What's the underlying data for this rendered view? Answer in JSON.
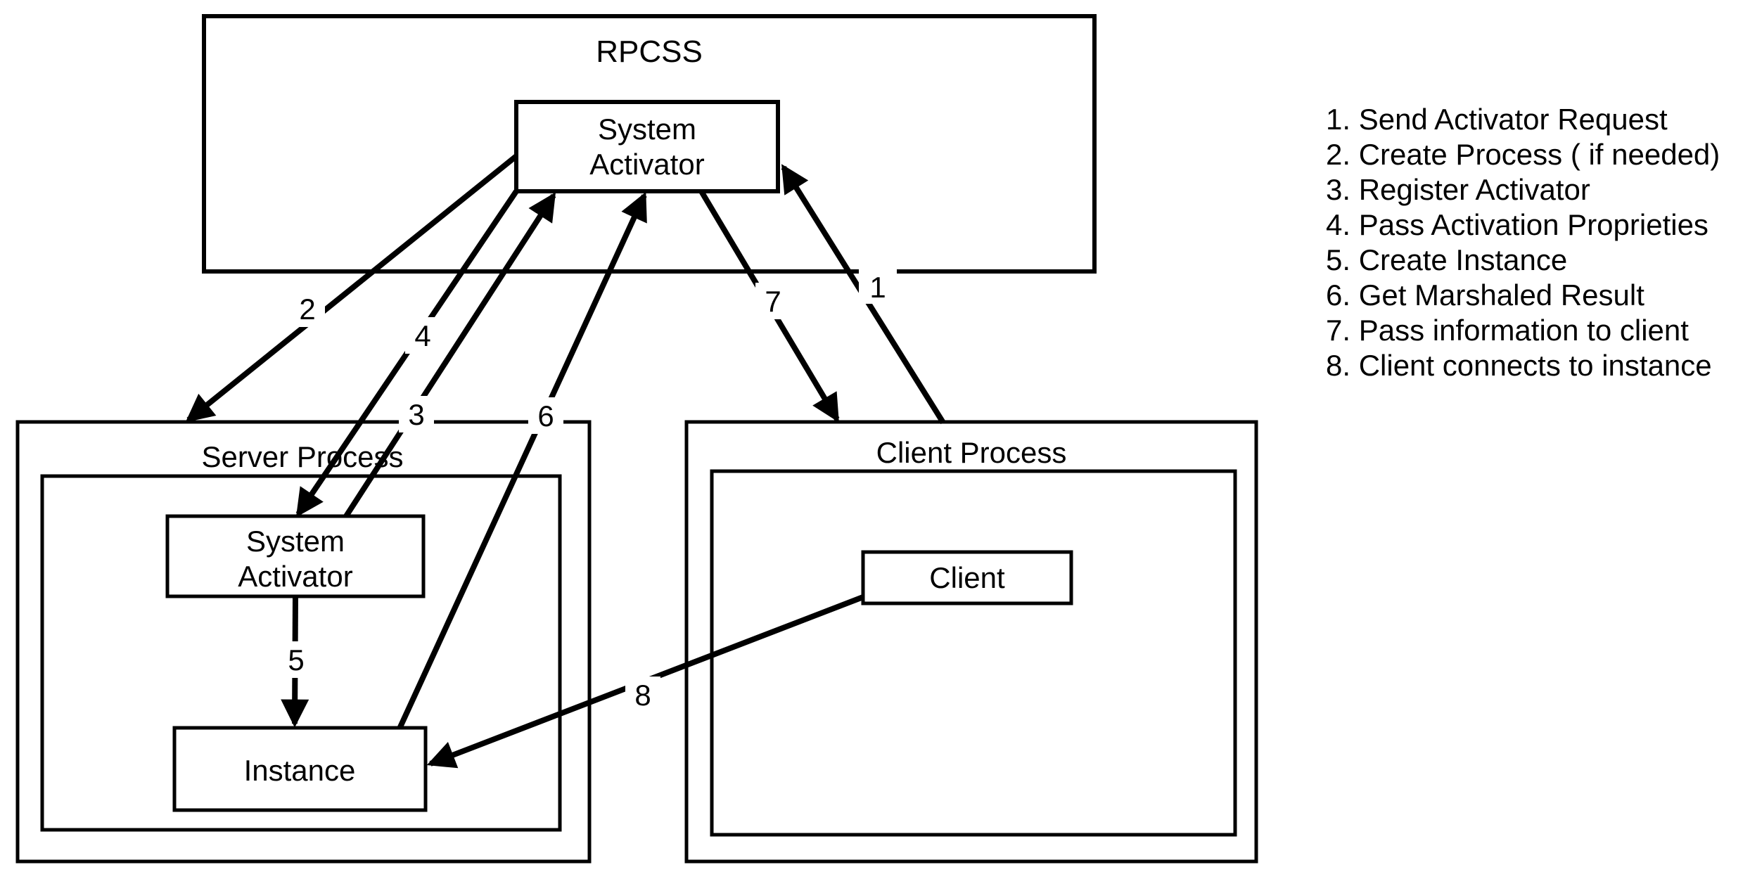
{
  "diagram": {
    "title_hint": "DCOM activation flow",
    "colors": {
      "ink": "#000000",
      "paper": "#ffffff"
    },
    "nodes": {
      "rpcss": {
        "label": "RPCSS"
      },
      "system_activator_top": {
        "line1": "System",
        "line2": "Activator"
      },
      "server_process": {
        "label": "Server Process"
      },
      "system_activator_server": {
        "line1": "System",
        "line2": "Activator"
      },
      "instance": {
        "label": "Instance"
      },
      "client_process": {
        "label": "Client Process"
      },
      "client": {
        "label": "Client"
      }
    },
    "arrow_numbers": {
      "n1": "1",
      "n2": "2",
      "n3": "3",
      "n4": "4",
      "n5": "5",
      "n6": "6",
      "n7": "7",
      "n8": "8"
    }
  },
  "legend": {
    "items": [
      "1. Send Activator Request",
      "2. Create Process ( if needed)",
      "3. Register Activator",
      "4. Pass Activation Proprieties",
      "5. Create Instance",
      "6. Get Marshaled Result",
      "7. Pass information to client",
      "8. Client connects to instance"
    ]
  }
}
